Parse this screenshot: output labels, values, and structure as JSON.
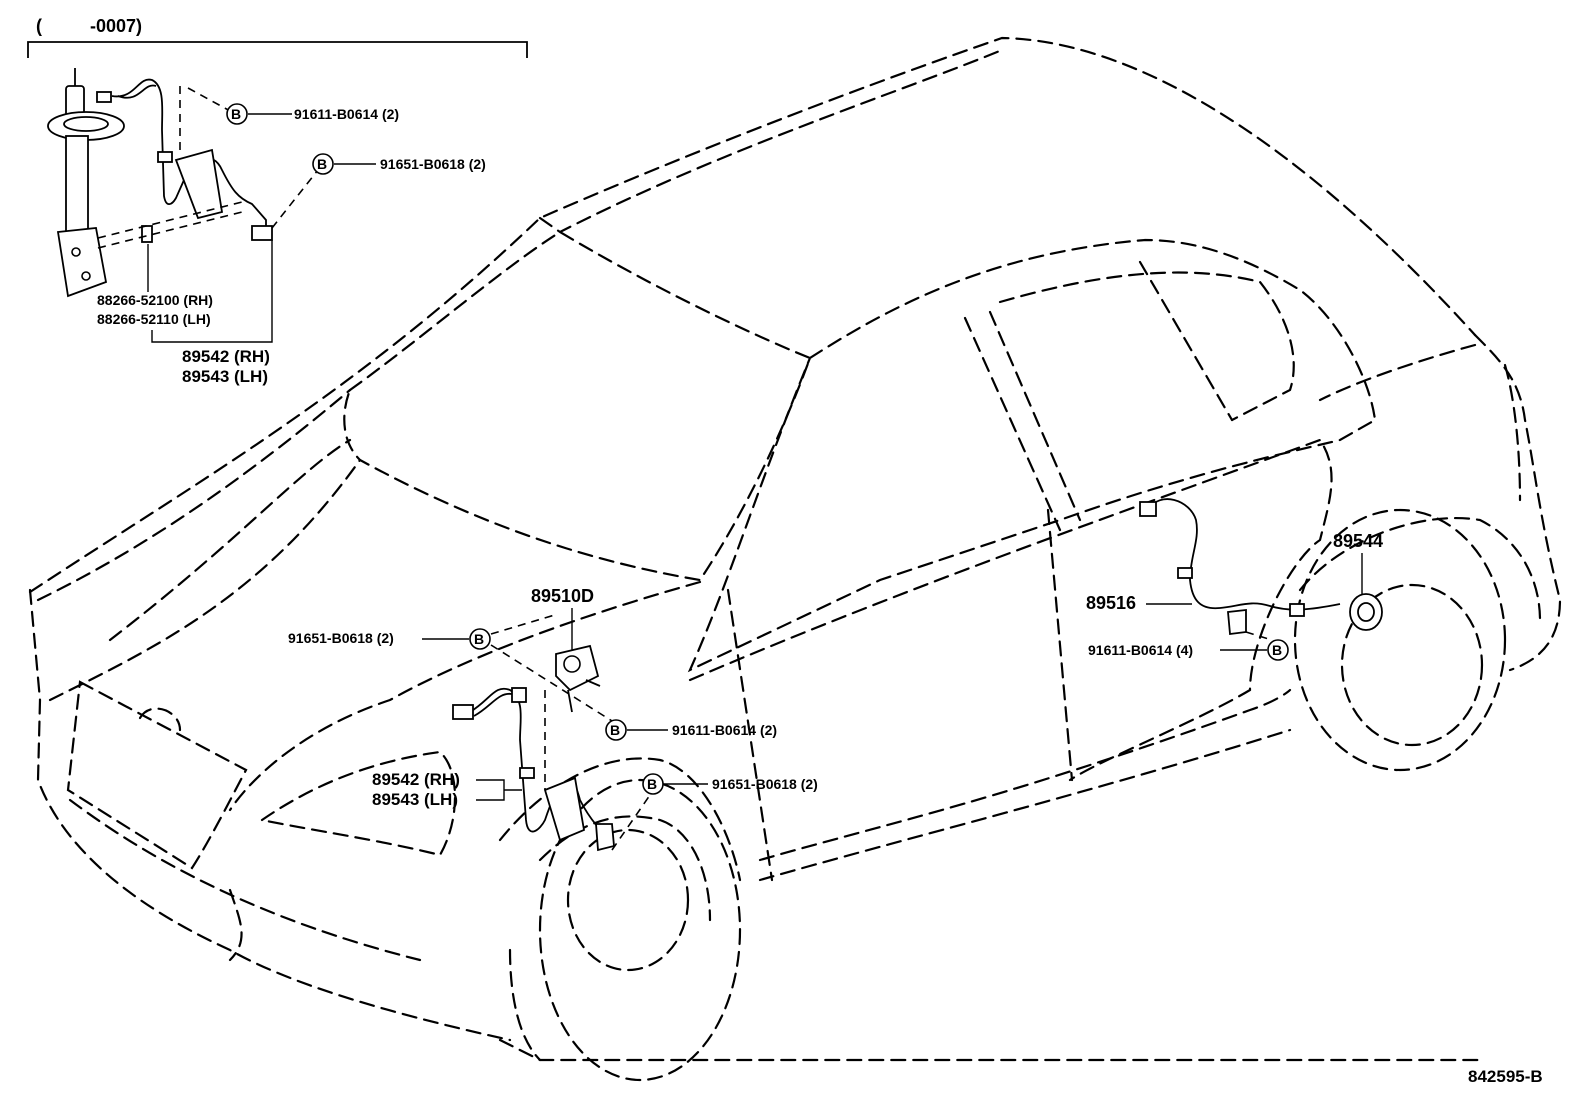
{
  "header": {
    "bracket_open": "(",
    "date_range": "-0007)"
  },
  "inset": {
    "bolt_1": "91611-B0614 (2)",
    "bolt_2": "91651-B0618 (2)",
    "rotor_rh": "88266-52100 (RH)",
    "rotor_lh": "88266-52110 (LH)",
    "sensor_rh": "89542 (RH)",
    "sensor_lh": "89543 (LH)"
  },
  "main": {
    "bolt_front_left": "91651-B0618 (2)",
    "actuator": "89510D",
    "bolt_front_mid": "91611-B0614 (2)",
    "sensor_rh": "89542 (RH)",
    "sensor_lh": "89543 (LH)",
    "bolt_front_wheel": "91651-B0618 (2)",
    "rear_sensor": "89544",
    "rear_harness": "89516",
    "bolt_rear": "91611-B0614 (4)"
  },
  "bolt_symbol": "B",
  "diagram_id": "842595-B"
}
